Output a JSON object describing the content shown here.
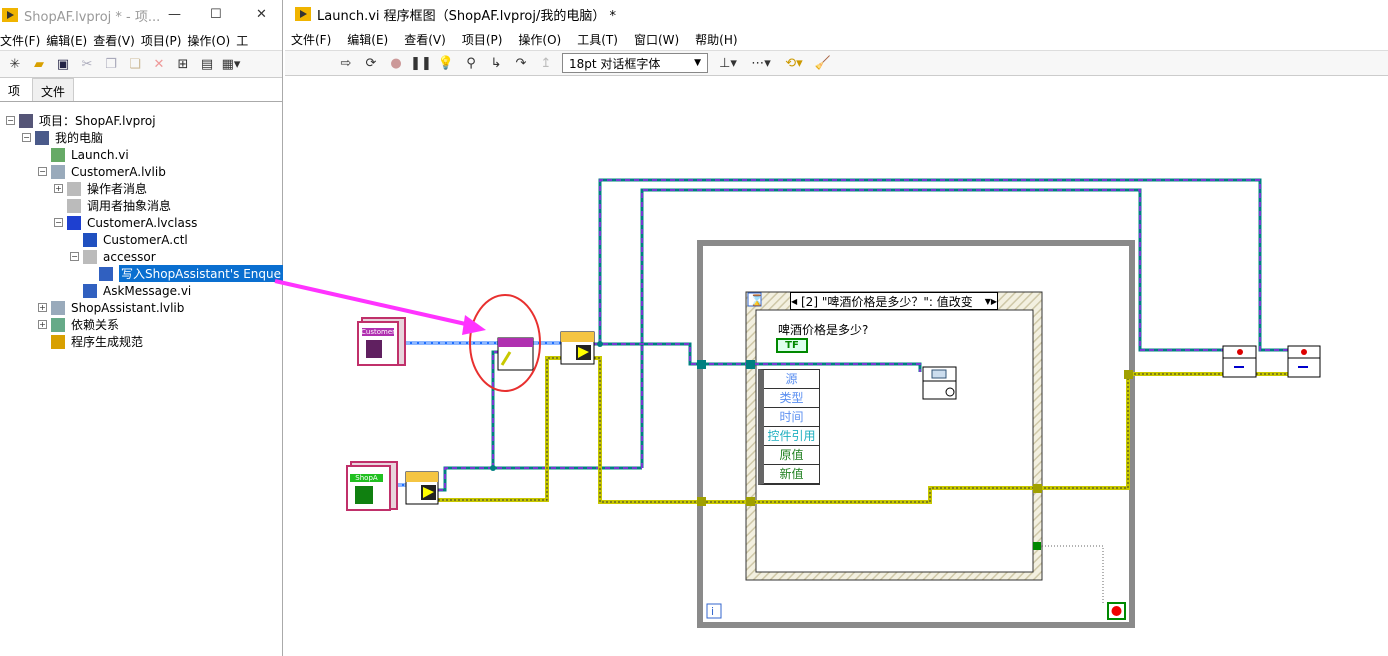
{
  "project_window": {
    "title": "ShopAF.lvproj * - 项...",
    "menu": [
      "文件(F)",
      "编辑(E)",
      "查看(V)",
      "项目(P)",
      "操作(O)",
      "工"
    ],
    "tabs": [
      "项",
      "文件"
    ],
    "tree": [
      {
        "label": "项目：ShopAF.lvproj",
        "expander": "minus",
        "icon": "project-icon"
      },
      {
        "label": "我的电脑",
        "expander": "minus",
        "icon": "computer-icon"
      },
      {
        "label": "Launch.vi",
        "icon": "vi-icon"
      },
      {
        "label": "CustomerA.lvlib",
        "expander": "minus",
        "icon": "library-icon"
      },
      {
        "label": "操作者消息",
        "expander": "plus",
        "icon": "folder-icon"
      },
      {
        "label": "调用者抽象消息",
        "icon": "folder-icon"
      },
      {
        "label": "CustomerA.lvclass",
        "expander": "minus",
        "icon": "class-icon"
      },
      {
        "label": "CustomerA.ctl",
        "icon": "class-ctl-icon"
      },
      {
        "label": "accessor",
        "expander": "minus",
        "icon": "folder-icon"
      },
      {
        "label": "写入ShopAssistant's Enque",
        "icon": "method-vi-icon",
        "selected": true
      },
      {
        "label": "AskMessage.vi",
        "icon": "method-vi-icon"
      },
      {
        "label": "ShopAssistant.lvlib",
        "expander": "plus",
        "icon": "library-icon"
      },
      {
        "label": "依赖关系",
        "expander": "plus",
        "icon": "dependencies-icon"
      },
      {
        "label": "程序生成规范",
        "icon": "build-spec-icon"
      }
    ]
  },
  "diagram_window": {
    "title": "Launch.vi 程序框图（ShopAF.lvproj/我的电脑） *",
    "menu": [
      "文件(F)",
      "编辑(E)",
      "查看(V)",
      "项目(P)",
      "操作(O)",
      "工具(T)",
      "窗口(W)",
      "帮助(H)"
    ],
    "font_select": "18pt 对话框字体",
    "event_case_selector": "[2] \"啤酒价格是多少？\": 值改变",
    "control_label": "啤酒价格是多少?",
    "bool_terminal": "TF",
    "event_data": [
      "源",
      "类型",
      "时间",
      "控件引用",
      "原值",
      "新值"
    ],
    "class_constant_1": "CustomerA",
    "class_constant_2": "ShopA",
    "colors": {
      "accent": "#f0b400",
      "actor_wire": "#008080",
      "enqueuer_wire": "#a020f0",
      "error_wire": "#c8c800",
      "class_wire": "#1e6fff",
      "highlight": "#e8302f",
      "arrow": "#ff33ff"
    }
  }
}
